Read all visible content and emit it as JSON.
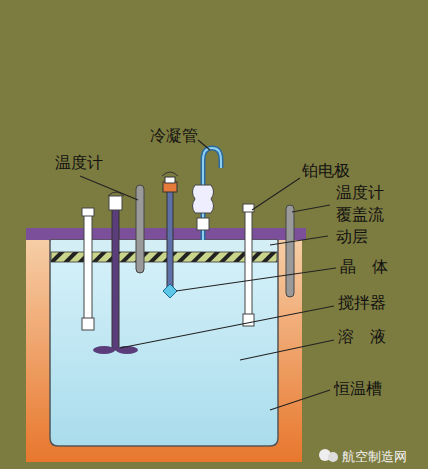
{
  "diagram": {
    "labels": [
      "冷凝管",
      "温度计",
      "铂电极",
      "温度计",
      "覆盖流动层",
      "晶体",
      "搅拌器",
      "溶液",
      "恒温槽",
      "航空制造网"
    ]
  }
}
